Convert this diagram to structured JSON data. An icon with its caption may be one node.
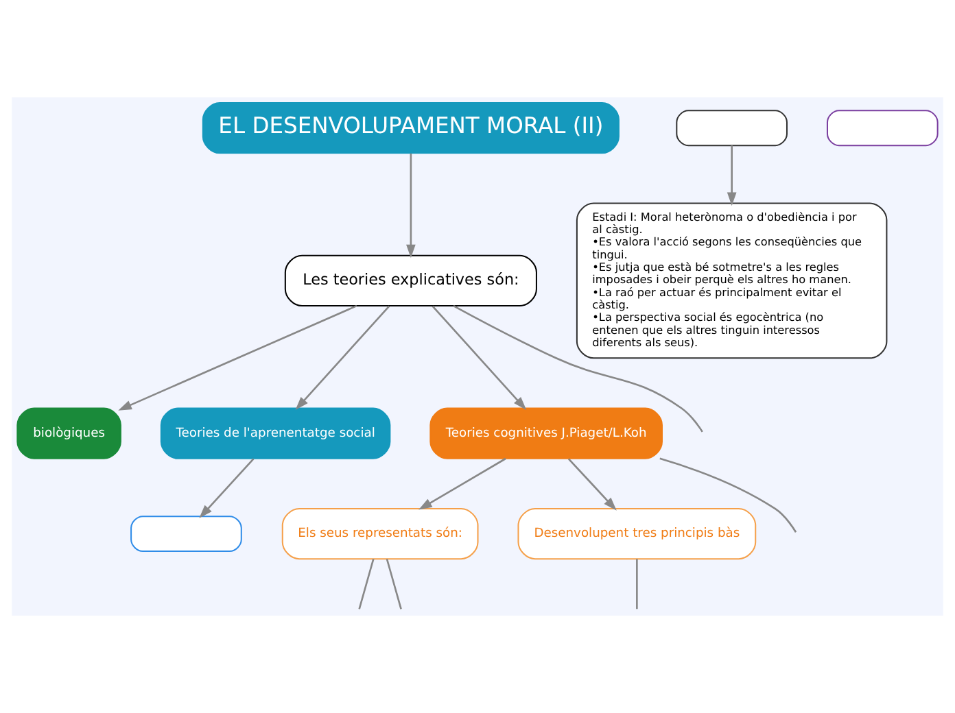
{
  "diagram": {
    "nodes": [
      {
        "text": [
          "EL DESENVOLUPAMENT MORAL (II)"
        ]
      },
      {
        "text": [
          "Les teories explicatives són:"
        ]
      },
      {
        "text": [
          "biològiques"
        ]
      },
      {
        "text": [
          "Teories de l'aprenentatge social"
        ]
      },
      {
        "text": [
          "Teories cognitives J.Piaget/L.Koh"
        ]
      },
      {
        "text": [
          "Els seus representats són:"
        ]
      },
      {
        "text": [
          "Desenvolupent tres principis bàs"
        ]
      },
      {
        "text": [
          "Estadi I: Moral heterònoma o d'obediència i por al càstig.",
          "•Es valora l'acció segons les conseqüències que tingui.",
          "•Es jutja que està bé sotmetre's a les regles imposades i obeir perquè els altres ho manen.",
          "•La raó per actuar és principalment evitar el càstig.",
          "•La perspectiva social és egocèntrica (no entenen que els altres tinguin interessos diferents als seus)."
        ]
      },
      {
        "text": [],
        "shape": "box"
      },
      {
        "text": [],
        "shape": "box"
      },
      {
        "text": [],
        "shape": "box"
      }
    ],
    "edges": [
      {
        "from": 0,
        "to": 1,
        "arrow": "to"
      },
      {
        "from": 1,
        "to": 2,
        "arrow": "to"
      },
      {
        "from": 1,
        "to": null,
        "arrow": "none"
      },
      {
        "from": 1,
        "to": 3,
        "arrow": "to"
      },
      {
        "from": 1,
        "to": 4,
        "arrow": "to"
      },
      {
        "from": 3,
        "to": 10,
        "arrow": "to"
      },
      {
        "from": 4,
        "to": 5,
        "arrow": "to"
      },
      {
        "from": 4,
        "to": 6,
        "arrow": "to"
      },
      {
        "from": 4,
        "to": null,
        "arrow": "none"
      },
      {
        "from": 5,
        "to": null,
        "arrow": "none"
      },
      {
        "from": 5,
        "to": null,
        "arrow": "none"
      },
      {
        "from": 6,
        "to": null,
        "arrow": "none"
      },
      {
        "from": 8,
        "to": 7,
        "arrow": "to"
      }
    ]
  }
}
